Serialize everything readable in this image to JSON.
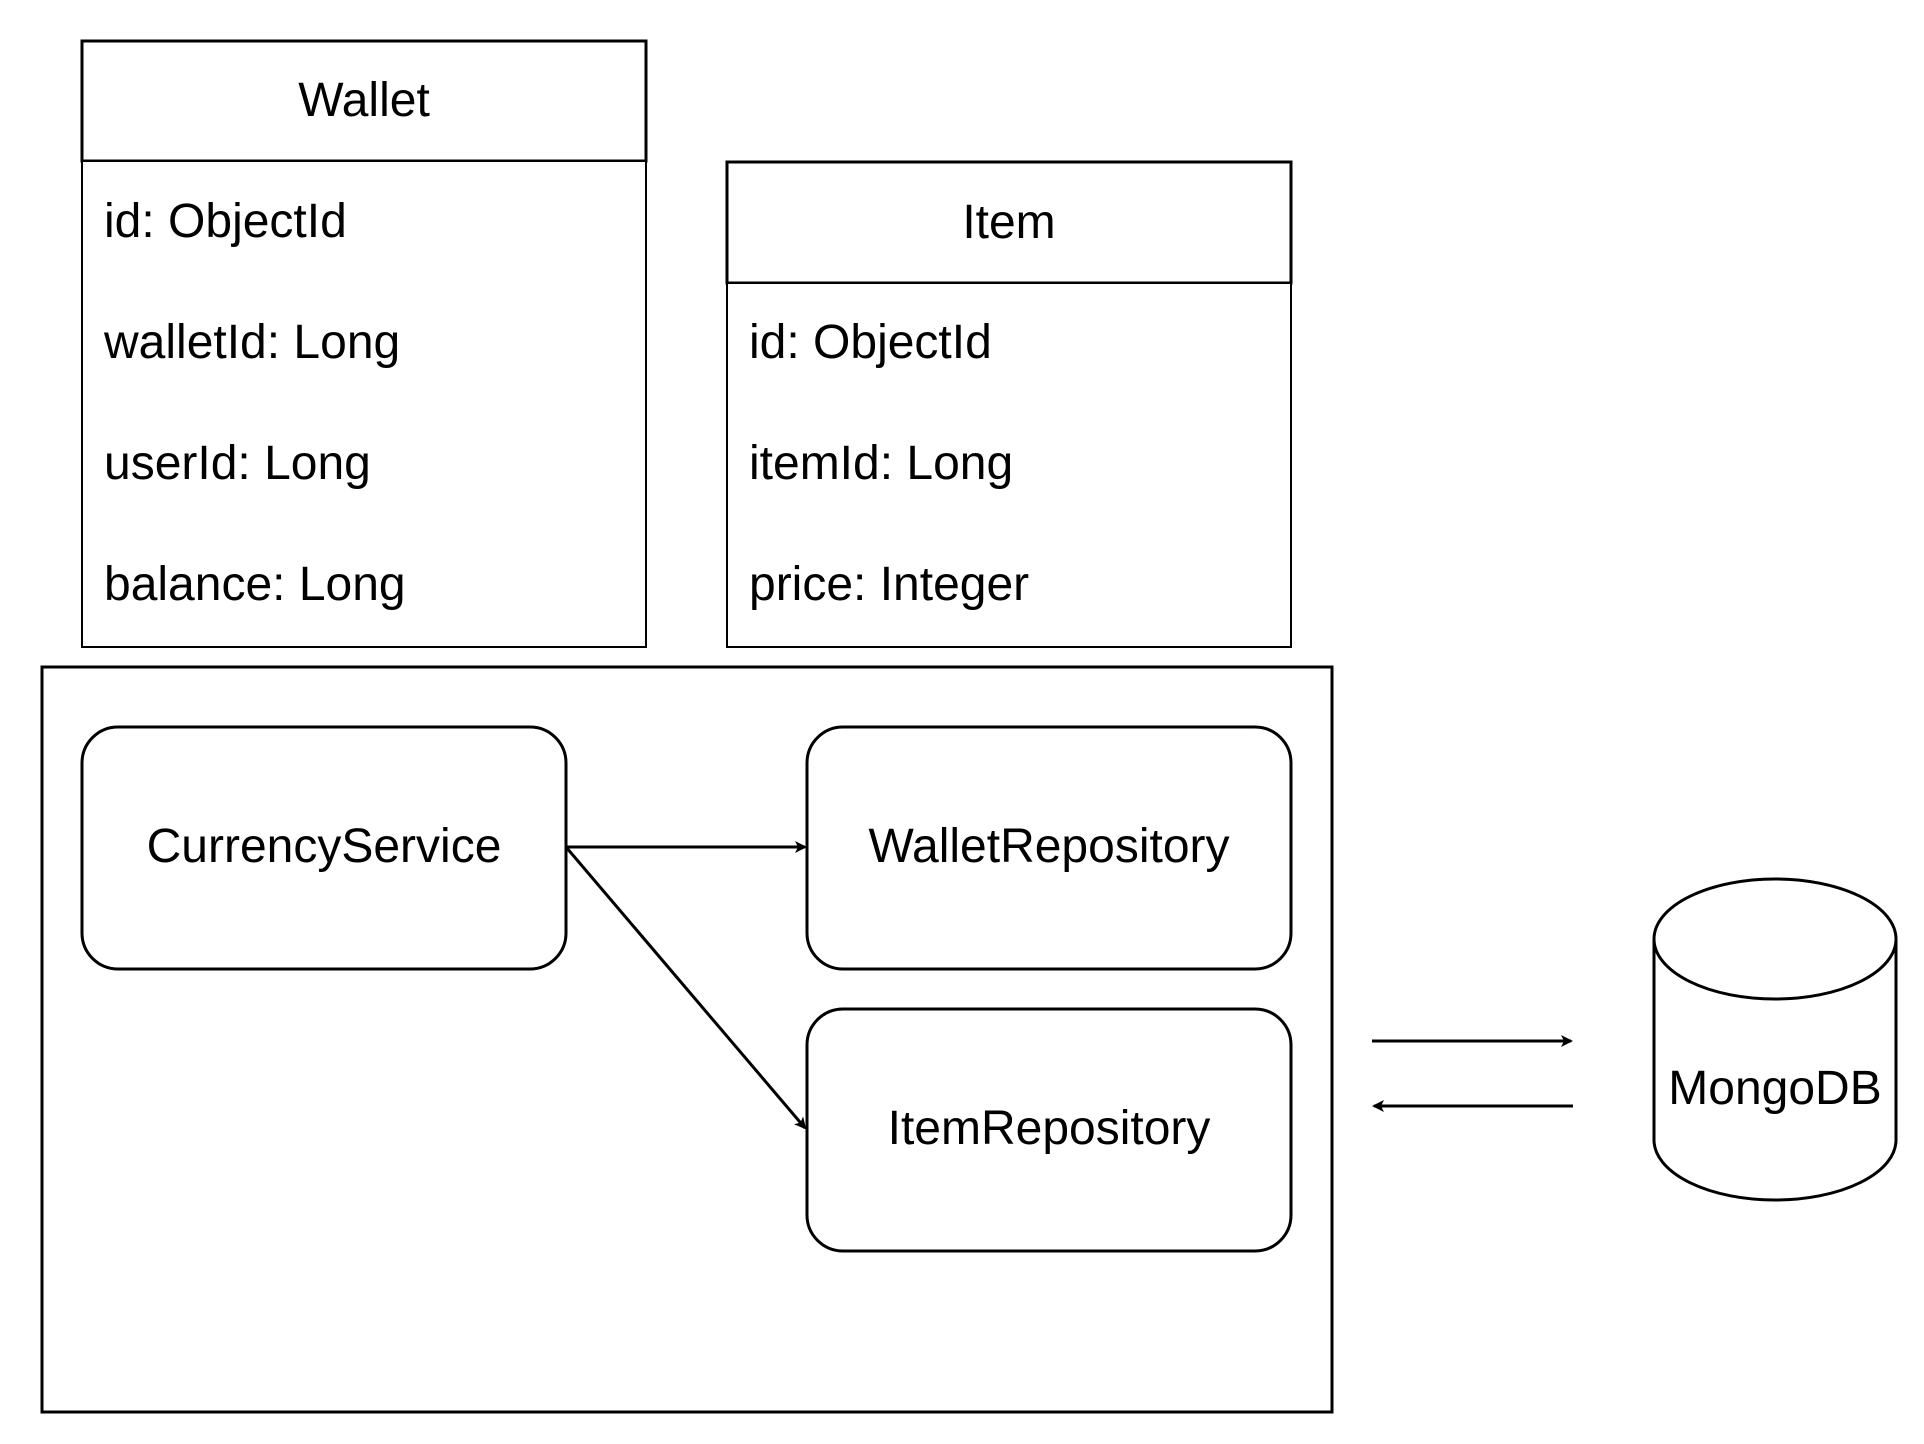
{
  "entities": {
    "wallet": {
      "title": "Wallet",
      "fields": [
        "id: ObjectId",
        "walletId: Long",
        "userId: Long",
        "balance: Long"
      ]
    },
    "item": {
      "title": "Item",
      "fields": [
        "id: ObjectId",
        "itemId: Long",
        "price: Integer"
      ]
    }
  },
  "components": {
    "currency_service": "CurrencyService",
    "wallet_repository": "WalletRepository",
    "item_repository": "ItemRepository"
  },
  "database": {
    "label": "MongoDB"
  },
  "colors": {
    "stroke": "#000000",
    "fill": "#ffffff",
    "text": "#000000"
  }
}
